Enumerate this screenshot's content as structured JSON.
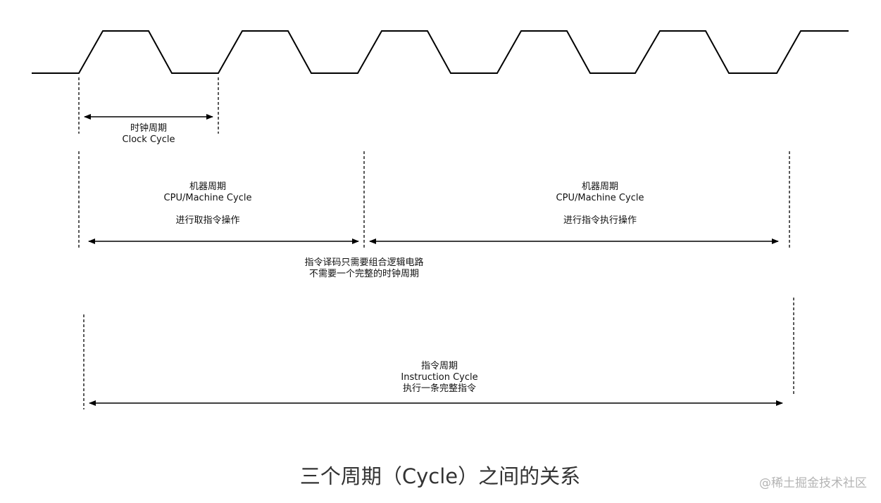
{
  "diagram": {
    "clock_cycle": {
      "label_cn": "时钟周期",
      "label_en": "Clock Cycle"
    },
    "machine_cycle_fetch": {
      "label_cn": "机器周期",
      "label_en": "CPU/Machine Cycle",
      "note": "进行取指令操作"
    },
    "machine_cycle_execute": {
      "label_cn": "机器周期",
      "label_en": "CPU/Machine Cycle",
      "note": "进行指令执行操作"
    },
    "decode_note": {
      "line1": "指令译码只需要组合逻辑电路",
      "line2": "不需要一个完整的时钟周期"
    },
    "instruction_cycle": {
      "label_cn": "指令周期",
      "label_en": "Instruction Cycle",
      "note": "执行一条完整指令"
    },
    "caption": "三个周期（Cycle）之间的关系"
  },
  "watermark": "@稀土掘金技术社区"
}
